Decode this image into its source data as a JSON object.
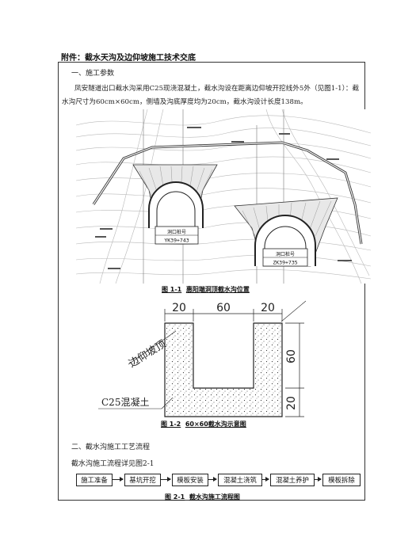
{
  "doc_title": "附件：截水天沟及边仰坡施工技术交底",
  "section1_heading": "一、施工参数",
  "section1_paragraph": "凤安隧道出口截水沟采用C25现浇混凝土，截水沟设在距离边仰坡开挖线外5外（见图1-1）：截水沟尺寸为60cm×60cm，侧墙及沟底厚度均为20cm，截水沟设计长度138m。",
  "figure1": {
    "caption_num": "图 1-1",
    "caption_text": "惠阳端洞顶截水沟位置",
    "left_portal_label": "洞口桩号",
    "left_portal_station": "YK39+743",
    "right_portal_label": "洞口桩号",
    "right_portal_station": "ZK39+735"
  },
  "figure2": {
    "caption_num": "图 1-2",
    "caption_text": "60×60截水沟示意图",
    "dim_top_left": "20",
    "dim_top_mid": "60",
    "dim_top_right": "20",
    "dim_right_upper": "60",
    "dim_right_lower": "20",
    "label_slope": "边仰坡顶",
    "label_concrete": "C25混凝土"
  },
  "section2_heading": "二、截水沟施工工艺流程",
  "section2_intro": "截水沟施工流程详见图2-1",
  "flow_steps": [
    "施工准备",
    "基坑开挖",
    "模板安装",
    "混凝土浇筑",
    "混凝土养护",
    "模板拆除"
  ],
  "figure3": {
    "caption_num": "图 2-1",
    "caption_text": "截水沟施工流程图"
  }
}
